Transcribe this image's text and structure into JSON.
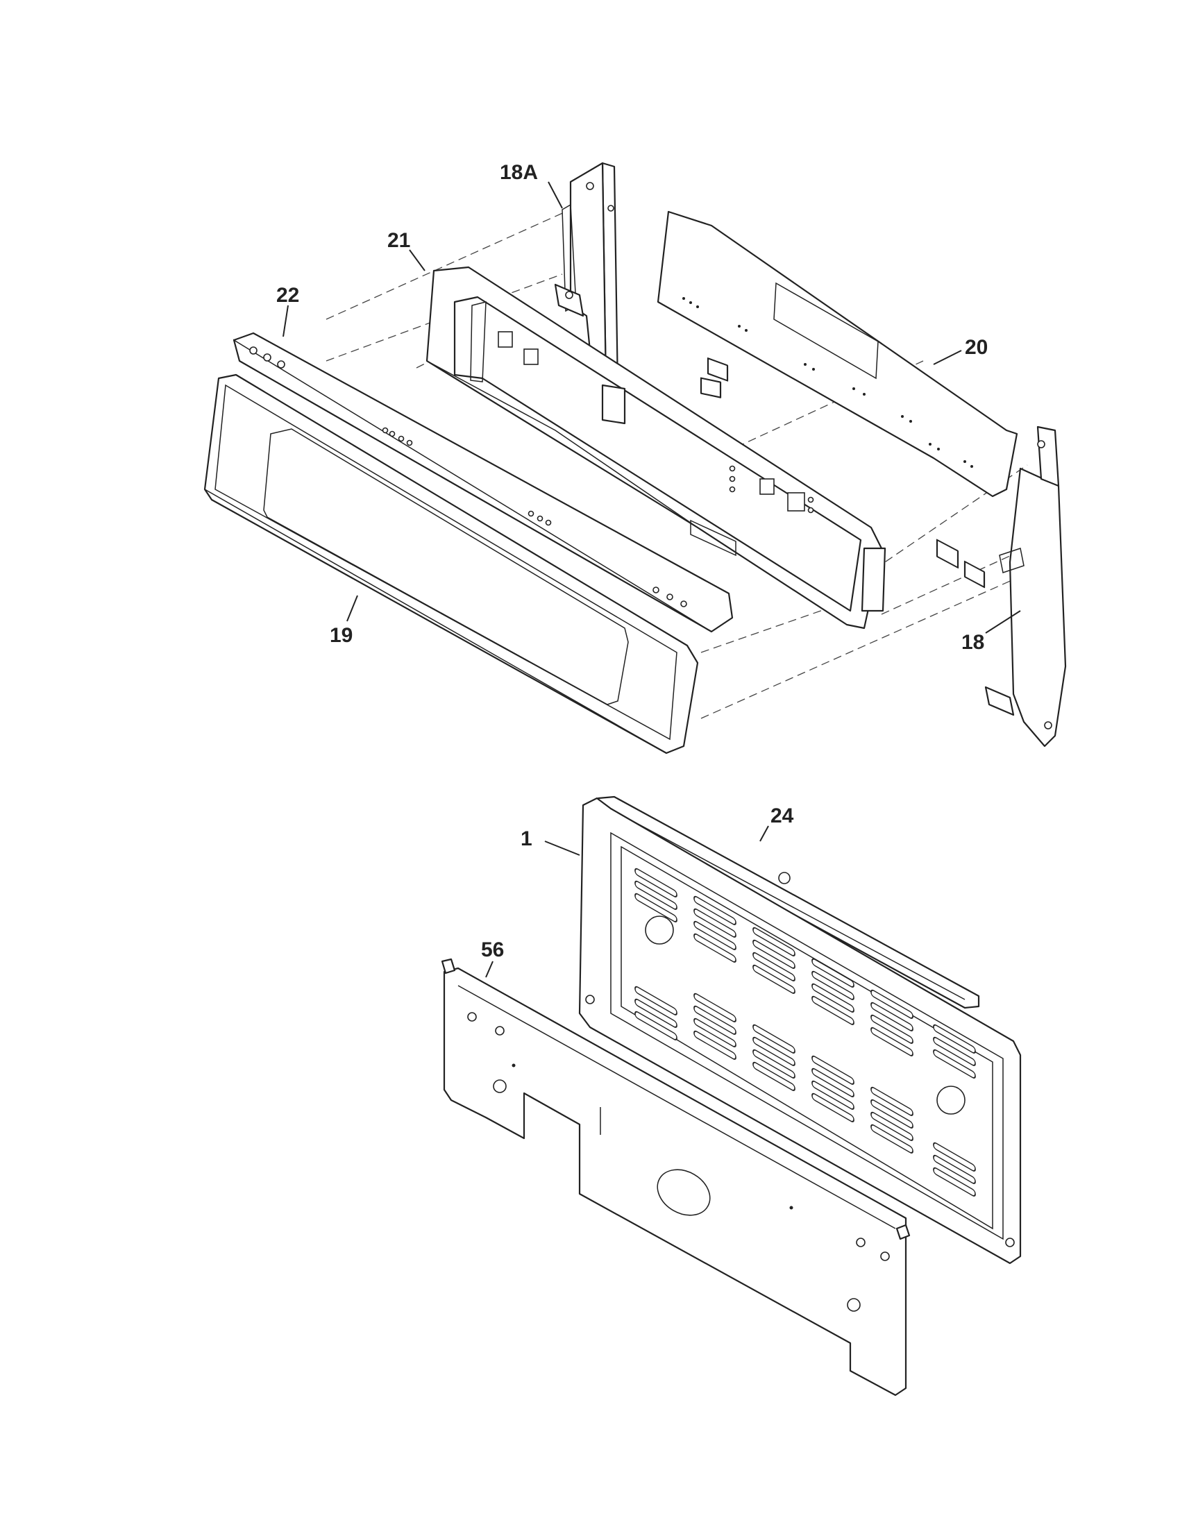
{
  "callouts": {
    "part_18A": "18A",
    "part_21": "21",
    "part_22": "22",
    "part_20": "20",
    "part_19": "19",
    "part_18": "18",
    "part_24": "24",
    "part_1": "1",
    "part_56": "56"
  }
}
